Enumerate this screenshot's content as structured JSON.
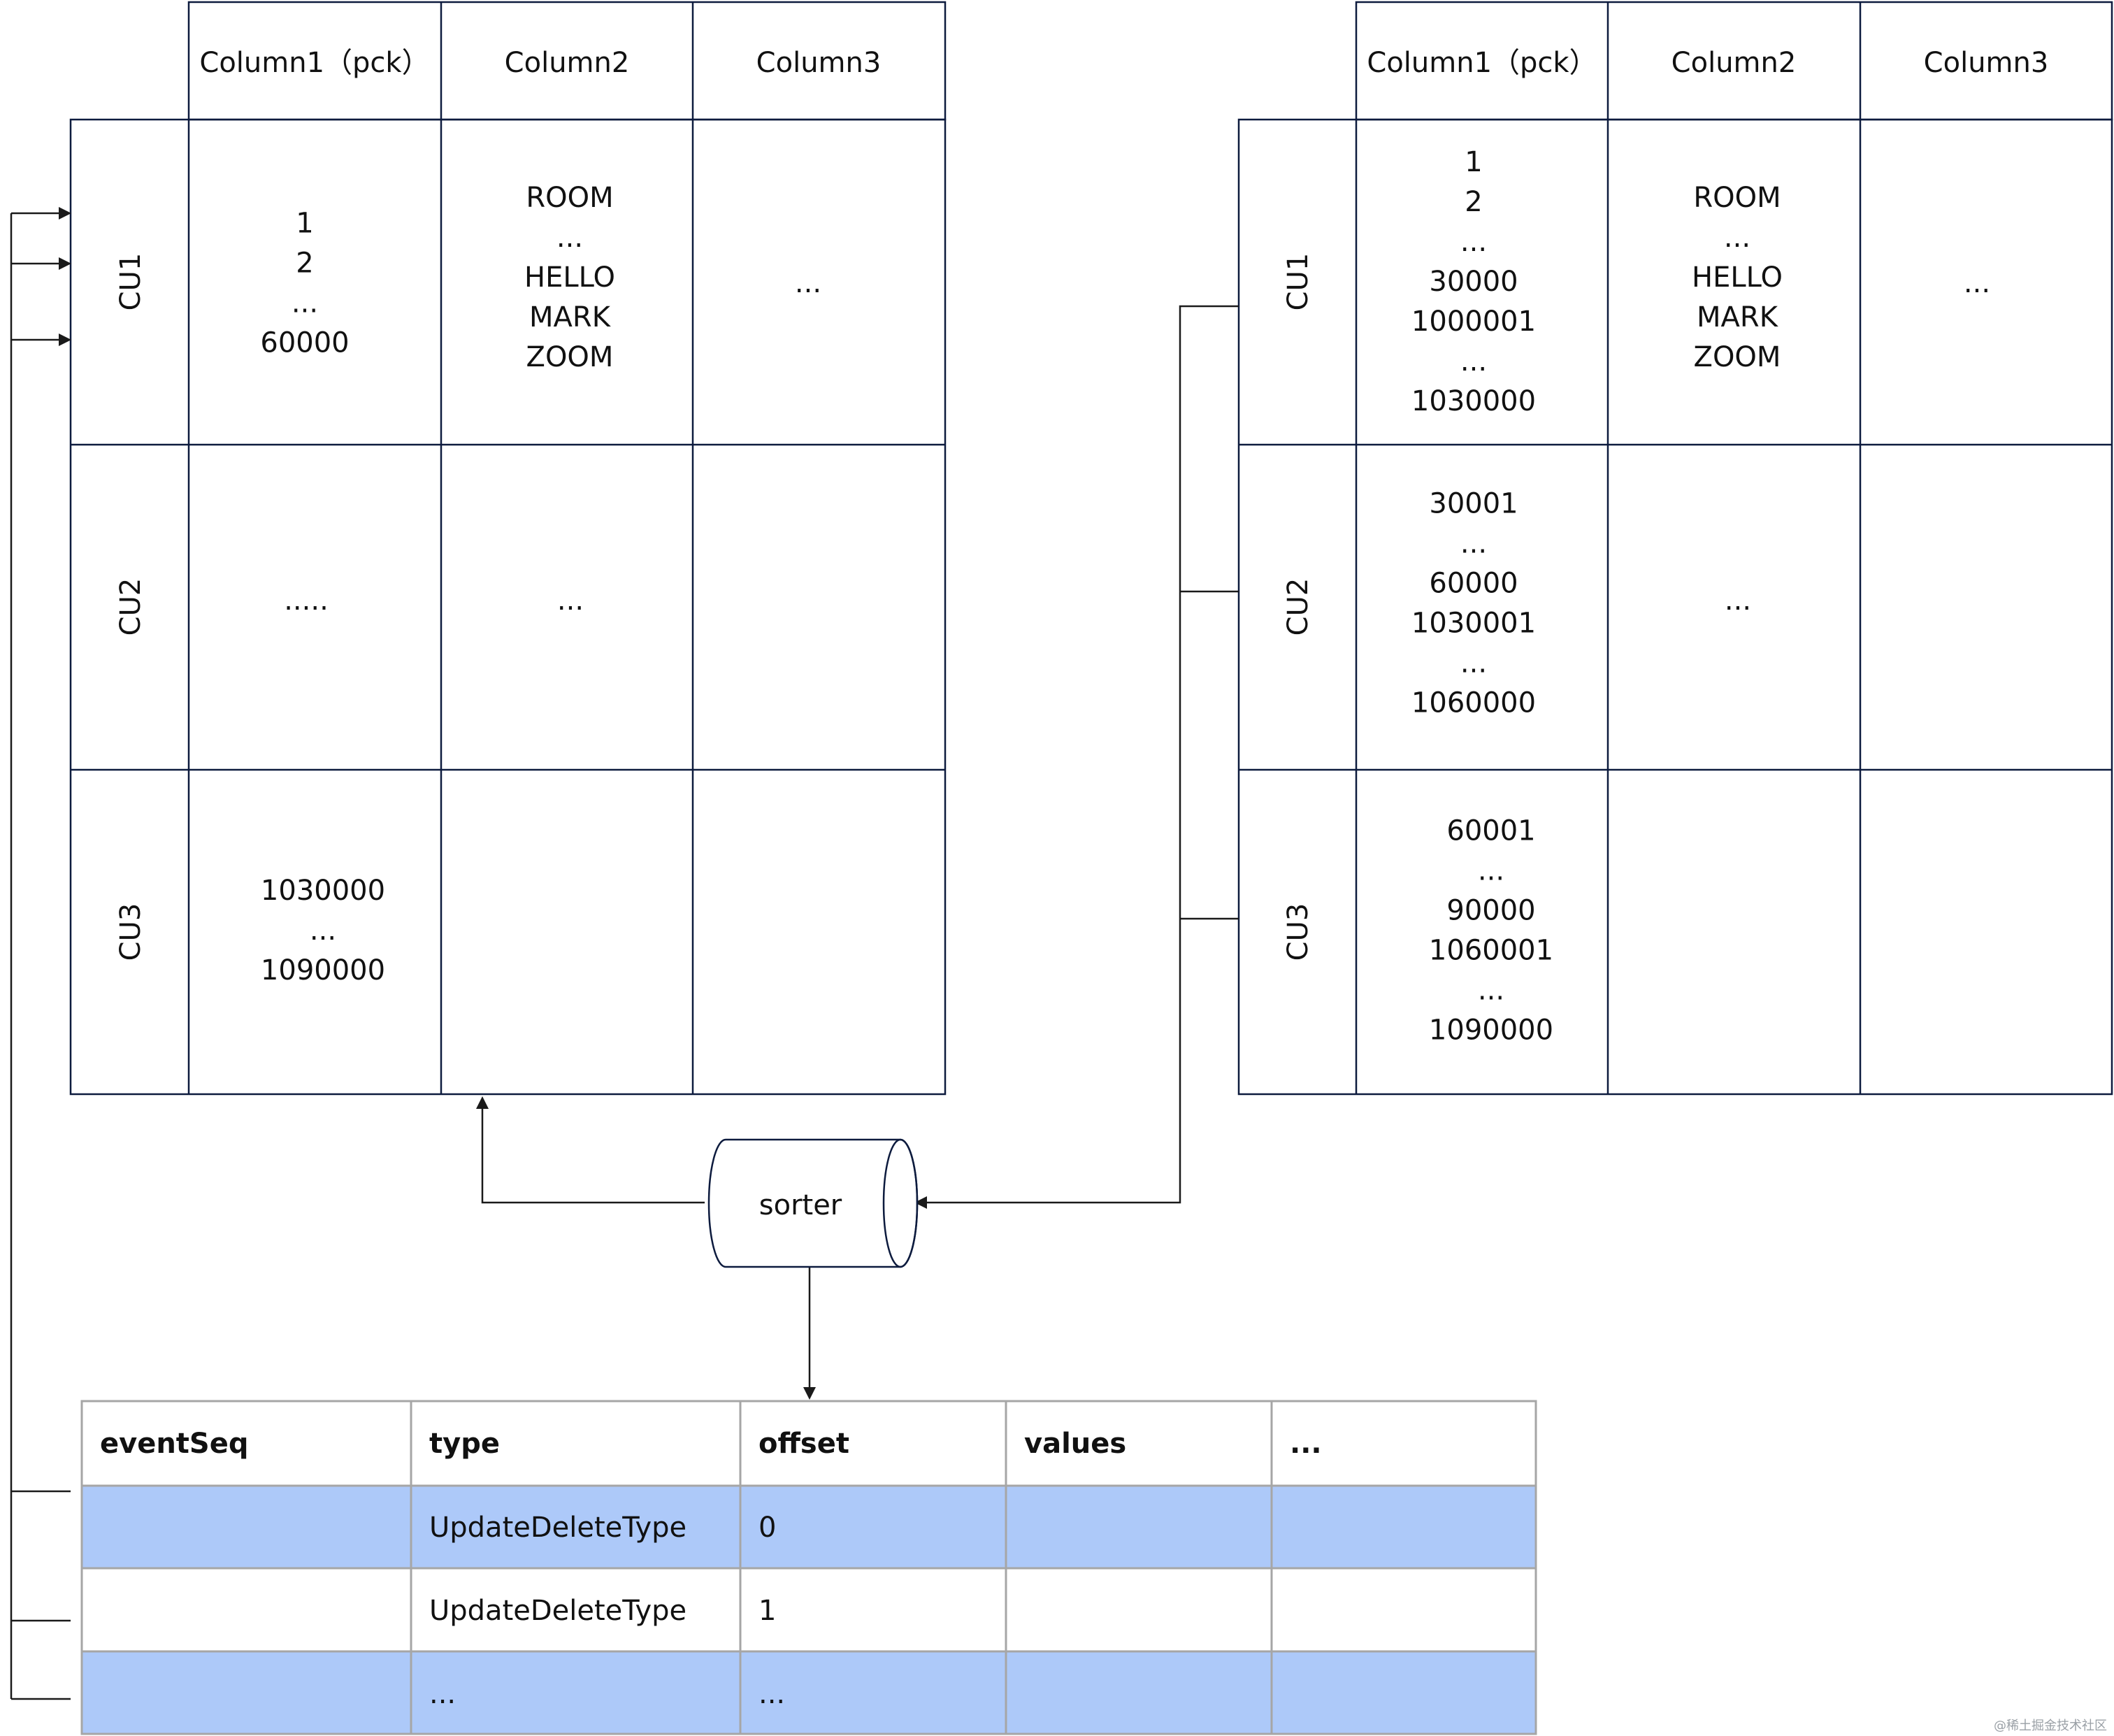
{
  "left_table": {
    "headers": [
      "Column1（pck）",
      "Column2",
      "Column3"
    ],
    "rows": [
      {
        "label": "CU1",
        "cells": [
          [
            "1",
            "2",
            "...",
            "60000"
          ],
          [
            "ROOM",
            "...",
            "HELLO",
            "MARK",
            "ZOOM"
          ],
          [
            "..."
          ]
        ]
      },
      {
        "label": "CU2",
        "cells": [
          [
            "....."
          ],
          [
            "..."
          ],
          []
        ]
      },
      {
        "label": "CU3",
        "cells": [
          [
            "1030000",
            "...",
            "1090000"
          ],
          [],
          []
        ]
      }
    ]
  },
  "right_table": {
    "headers": [
      "Column1（pck）",
      "Column2",
      "Column3"
    ],
    "rows": [
      {
        "label": "CU1",
        "cells": [
          [
            "1",
            "2",
            "...",
            "30000",
            "1000001",
            "...",
            "1030000"
          ],
          [
            "ROOM",
            "...",
            "HELLO",
            "MARK",
            "ZOOM"
          ],
          [
            "..."
          ]
        ]
      },
      {
        "label": "CU2",
        "cells": [
          [
            "30001",
            "...",
            "60000",
            "1030001",
            "...",
            "1060000"
          ],
          [
            "..."
          ],
          []
        ]
      },
      {
        "label": "CU3",
        "cells": [
          [
            "60001",
            "...",
            "90000",
            "1060001",
            "...",
            "1090000"
          ],
          [],
          []
        ]
      }
    ]
  },
  "sorter": {
    "label": "sorter"
  },
  "event_table": {
    "headers": [
      "eventSeq",
      "type",
      "offset",
      "values",
      "..."
    ],
    "rows": [
      {
        "cells": [
          "",
          "UpdateDeleteType",
          "0",
          "",
          ""
        ],
        "highlight": true
      },
      {
        "cells": [
          "",
          "UpdateDeleteType",
          "1",
          "",
          ""
        ],
        "highlight": false
      },
      {
        "cells": [
          "",
          "...",
          "...",
          "",
          ""
        ],
        "highlight": true
      }
    ]
  },
  "colors": {
    "grid_line": "#0d1b3e",
    "event_grid": "#a6a6a6",
    "highlight_row": "#adc9f9",
    "connector": "#1a1a1a"
  },
  "watermark": "@稀土掘金技术社区"
}
